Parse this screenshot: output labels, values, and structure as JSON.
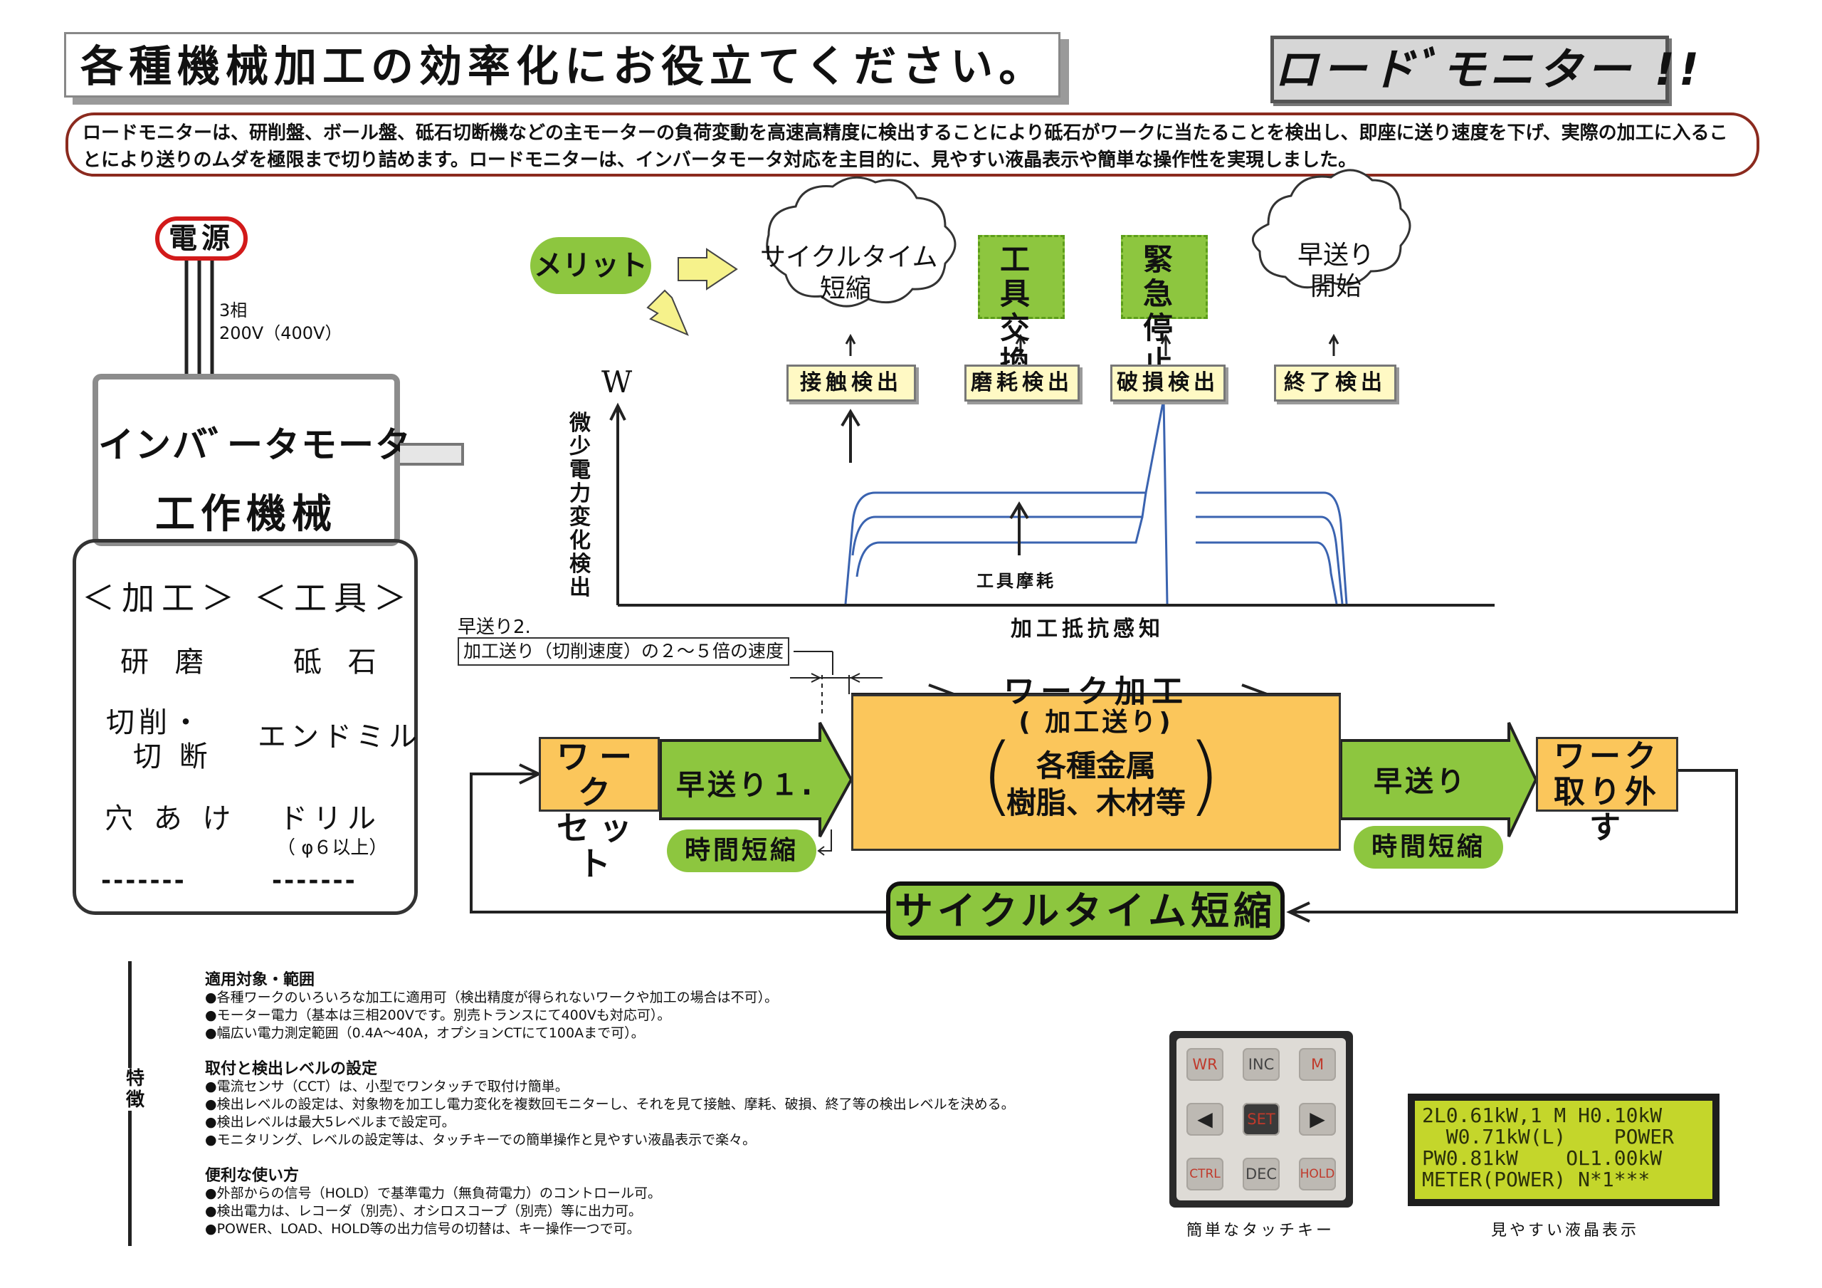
{
  "header": {
    "title": "各種機械加工の効率化にお役立てください。",
    "badge": "ロードﾞモニター !!"
  },
  "intro": "ロードモニターは、研削盤、ボール盤、砥石切断機などの主モーターの負荷変動を高速高精度に検出することにより砥石がワークに当たることを検出し、即座に送り速度を下げ、実際の加工に入ることにより送りのムダを極限まで切り詰めます。ロードモニターは、インバータモータ対応を主目的に、見やすい液晶表示や簡単な操作性を実現しました。",
  "power": {
    "label": "電源",
    "phase": "3相",
    "voltage": "200V（400V）"
  },
  "machine": {
    "line1": "インバﾞータモータ",
    "line2": "工作機械"
  },
  "lists": {
    "process_header": "＜加工＞",
    "tool_header": "＜工具＞",
    "rows": [
      {
        "process": "研 磨",
        "tool": "砥 石"
      },
      {
        "process": "切削・",
        "process2": "切 断",
        "tool": "エンドミル"
      },
      {
        "process": "穴 あ け",
        "tool": "ドリル",
        "tool_note": "（ φ６以上）"
      }
    ],
    "dash": "-------"
  },
  "merit": {
    "label": "メリット",
    "clouds": [
      {
        "line1": "サイクルタイム",
        "line2": "短縮"
      },
      {
        "line1": "早送り",
        "line2": "開始"
      }
    ],
    "cards": [
      {
        "line1": "工 具",
        "line2": "交 換"
      },
      {
        "line1": "緊 急",
        "line2": "停 止"
      }
    ],
    "detections": [
      "接触検出",
      "磨耗検出",
      "破損検出",
      "終了検出"
    ]
  },
  "graph": {
    "y_unit": "W",
    "y_label": "微少電力変化検出",
    "x_label": "加工抵抗感知",
    "annotation": "工具摩耗"
  },
  "flow": {
    "fast_feed_2": "早送り2.",
    "fast_feed_note": "加工送り（切削速度）の２～５倍の速度",
    "work_set": [
      "ワーク",
      "セット"
    ],
    "fast_feed_1": "早送り１.",
    "work_process": "ワーク加工",
    "work_process_sub": "(  加工送り)",
    "materials": [
      "各種金属",
      "樹脂、木材等"
    ],
    "fast_feed": "早送り",
    "work_remove": [
      "ワーク",
      "取り外す"
    ],
    "time_short": "時間短縮",
    "cycle": "サイクルタイム短縮"
  },
  "features": {
    "label": "特徴",
    "sections": [
      {
        "heading": "適用対象・範囲",
        "lines": [
          "●各種ワークのいろいろな加工に適用可（検出精度が得られないワークや加工の場合は不可）。",
          "●モーター電力（基本は三相200Vです。別売トランスにて400Vも対応可）。",
          "●幅広い電力測定範囲（0.4A～40A，オプションCTにて100Aまで可）。"
        ]
      },
      {
        "heading": "取付と検出レベルの設定",
        "lines": [
          "●電流センサ（CCT）は、小型でワンタッチで取付け簡単。",
          "●検出レベルの設定は、対象物を加工し電力変化を複数回モニターし、それを見て接触、摩耗、破損、終了等の検出レベルを決める。",
          "●検出レベルは最大5レベルまで設定可。",
          "●モニタリング、レベルの設定等は、タッチキーでの簡単操作と見やすい液晶表示で楽々。"
        ]
      },
      {
        "heading": "便利な使い方",
        "lines": [
          "●外部からの信号（HOLD）で基準電力（無負荷電力）のコントロール可。",
          "●検出電力は、レコーダ（別売）、オシロスコープ（別売）等に出力可。",
          "●POWER、LOAD、HOLD等の出力信号の切替は、キー操作一つで可。"
        ]
      }
    ]
  },
  "keypad": {
    "keys": [
      "WR",
      "INC",
      "M",
      "◀",
      "SET",
      "▶",
      "CTRL",
      "DEC",
      "HOLD"
    ],
    "caption": "簡単なタッチキー"
  },
  "lcd": {
    "lines": [
      "2L0.61kW,1 M H0.10kW",
      "  W0.71kW(L)    POWER",
      "PW0.81kW    OL1.00kW",
      "METER(POWER) N*1***"
    ],
    "caption": "見やすい液晶表示"
  },
  "colors": {
    "green": "#8dc63f",
    "orange": "#fbc65b",
    "yellow_box": "#fff9c4",
    "red_border": "#d21a1a",
    "intro_border": "#8b2a1e",
    "lcd": "#c4d62b"
  }
}
